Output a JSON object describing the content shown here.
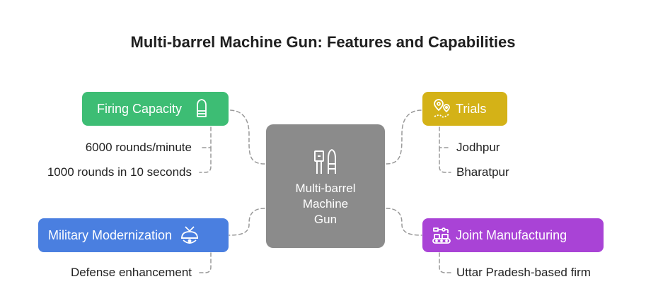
{
  "title": "Multi-barrel Machine Gun: Features and Capabilities",
  "center": {
    "label": "Multi-barrel\nMachine\nGun",
    "icon": "machine-gun-icon",
    "color": "#8b8b8b"
  },
  "branches": {
    "firing_capacity": {
      "label": "Firing Capacity",
      "icon": "bullet-icon",
      "color": "#3dbd74",
      "items": [
        "6000 rounds/minute",
        "1000 rounds in 10 seconds"
      ]
    },
    "military_modernization": {
      "label": "Military Modernization",
      "icon": "radar-dome-icon",
      "color": "#4a7fe0",
      "items": [
        "Defense enhancement"
      ]
    },
    "trials": {
      "label": "Trials",
      "icon": "map-pins-icon",
      "color": "#d4b217",
      "items": [
        "Jodhpur",
        "Bharatpur"
      ]
    },
    "joint_manufacturing": {
      "label": "Joint Manufacturing",
      "icon": "factory-robot-icon",
      "color": "#a943d6",
      "items": [
        "Uttar Pradesh-based firm"
      ]
    }
  }
}
